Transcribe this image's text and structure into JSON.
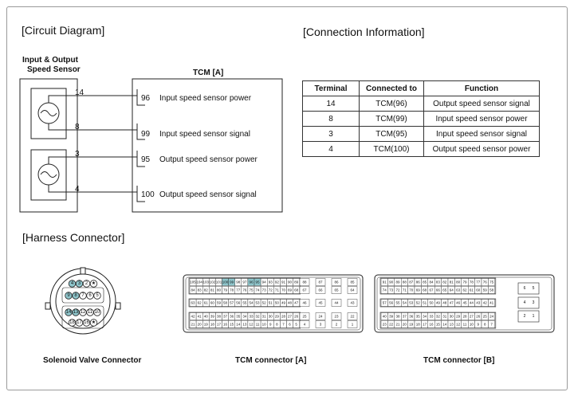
{
  "sections": {
    "circuit": "[Circuit Diagram]",
    "connection": "[Connection Information]",
    "harness": "[Harness Connector]"
  },
  "sensor": {
    "title_line1": "Input & Output",
    "title_line2": "Speed Sensor",
    "pins": [
      "14",
      "8",
      "3",
      "4"
    ]
  },
  "tcm": {
    "title": "TCM [A]",
    "pins": [
      {
        "no": "96",
        "label": "Input speed sensor power"
      },
      {
        "no": "99",
        "label": "Input speed sensor signal"
      },
      {
        "no": "95",
        "label": "Output speed sensor power"
      },
      {
        "no": "100",
        "label": "Output speed sensor signal"
      }
    ]
  },
  "table": {
    "headers": [
      "Terminal",
      "Connected to",
      "Function"
    ],
    "rows": [
      [
        "14",
        "TCM(96)",
        "Output speed sensor signal"
      ],
      [
        "8",
        "TCM(99)",
        "Input speed sensor power"
      ],
      [
        "3",
        "TCM(95)",
        "Input speed sensor signal"
      ],
      [
        "4",
        "TCM(100)",
        "Output speed sensor power"
      ]
    ]
  },
  "connectors": {
    "solenoid": {
      "caption": "Solenoid Valve Connector",
      "row1": [
        "4",
        "3",
        "2",
        "★"
      ],
      "row2": [
        "9",
        "8",
        "7",
        "6",
        "5"
      ],
      "row3": [
        "14",
        "13",
        "12",
        "11",
        "10"
      ],
      "row4": [
        "18",
        "17",
        "16",
        "★"
      ],
      "highlight": [
        "4",
        "3",
        "9",
        "8",
        "14",
        "13"
      ]
    },
    "tcm_a": {
      "caption": "TCM connector [A]",
      "r1": [
        "105",
        "104",
        "103",
        "102",
        "101",
        "100",
        "99",
        "98",
        "97",
        "96",
        "95",
        "94",
        "93",
        "92",
        "91",
        "90",
        "89"
      ],
      "r2": [
        "84",
        "83",
        "82",
        "81",
        "80",
        "79",
        "78",
        "77",
        "76",
        "75",
        "74",
        "73",
        "72",
        "71",
        "70",
        "69",
        "68"
      ],
      "r3": [
        "63",
        "62",
        "61",
        "60",
        "59",
        "58",
        "57",
        "56",
        "55",
        "54",
        "53",
        "52",
        "51",
        "50",
        "49",
        "48",
        "47"
      ],
      "r4": [
        "42",
        "41",
        "40",
        "39",
        "38",
        "37",
        "36",
        "35",
        "34",
        "33",
        "32",
        "31",
        "30",
        "29",
        "28",
        "27",
        "26"
      ],
      "r5": [
        "21",
        "20",
        "19",
        "18",
        "17",
        "16",
        "15",
        "14",
        "13",
        "12",
        "11",
        "10",
        "9",
        "8",
        "7",
        "6",
        "5"
      ],
      "side": [
        [
          "88",
          "87",
          "86",
          "85"
        ],
        [
          "67",
          "66",
          "65",
          "64"
        ],
        [
          "46",
          "45",
          "44",
          "43"
        ],
        [
          "25",
          "24",
          "23",
          "22"
        ],
        [
          "4",
          "3",
          "2",
          "1"
        ]
      ],
      "highlight": [
        "100",
        "99",
        "96",
        "95"
      ]
    },
    "tcm_b": {
      "caption": "TCM connector [B]",
      "r1": [
        "91",
        "90",
        "89",
        "88",
        "87",
        "86",
        "85",
        "84",
        "83",
        "82",
        "81",
        "80",
        "79",
        "78",
        "77",
        "76",
        "75"
      ],
      "r2": [
        "74",
        "73",
        "72",
        "71",
        "70",
        "69",
        "68",
        "67",
        "66",
        "65",
        "64",
        "63",
        "62",
        "61",
        "60",
        "59",
        "58"
      ],
      "r3": [
        "57",
        "56",
        "55",
        "54",
        "53",
        "52",
        "51",
        "50",
        "49",
        "48",
        "47",
        "46",
        "45",
        "44",
        "43",
        "42",
        "41"
      ],
      "r4": [
        "40",
        "39",
        "38",
        "37",
        "36",
        "35",
        "34",
        "33",
        "32",
        "31",
        "30",
        "29",
        "28",
        "27",
        "26",
        "25",
        "24"
      ],
      "r5": [
        "23",
        "22",
        "21",
        "20",
        "19",
        "18",
        "17",
        "16",
        "15",
        "14",
        "13",
        "12",
        "11",
        "10",
        "9",
        "8",
        "7"
      ],
      "side": [
        [
          "6",
          "5"
        ],
        [
          "4",
          "3"
        ],
        [
          "2",
          "1"
        ]
      ]
    },
    "colors": {
      "highlight": "#8fc6cc",
      "line": "#222222"
    }
  }
}
